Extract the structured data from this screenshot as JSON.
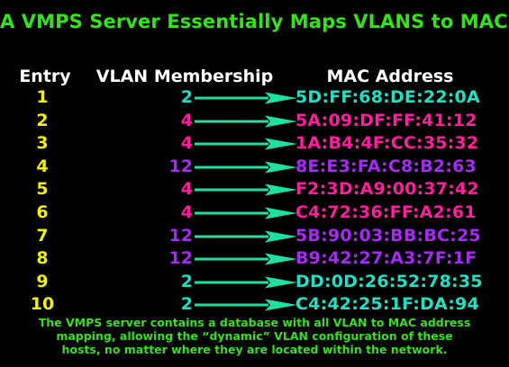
{
  "title": "A VMPS Server Essentially Maps VLANS to MAC’s",
  "headers": {
    "entry": "Entry",
    "vlan": "VLAN Membership",
    "mac": "MAC Address"
  },
  "colors": {
    "title": "#35e21a",
    "header": "#ffffff",
    "entry": "#f2f207",
    "vlan_2": "#1ee0c4",
    "vlan_4": "#ff1f9e",
    "vlan_12": "#a52af2",
    "arrow": "#1ee0a2",
    "footer": "#35e21a"
  },
  "rows": [
    {
      "entry": "1",
      "vlan": "2",
      "mac": "5D:FF:68:DE:22:0A",
      "color": "#1ee0c4"
    },
    {
      "entry": "2",
      "vlan": "4",
      "mac": "5A:09:DF:FF:41:12",
      "color": "#ff1f9e"
    },
    {
      "entry": "3",
      "vlan": "4",
      "mac": "1A:B4:4F:CC:35:32",
      "color": "#ff1f9e"
    },
    {
      "entry": "4",
      "vlan": "12",
      "mac": "8E:E3:FA:C8:B2:63",
      "color": "#a52af2"
    },
    {
      "entry": "5",
      "vlan": "4",
      "mac": "F2:3D:A9:00:37:42",
      "color": "#ff1f9e"
    },
    {
      "entry": "6",
      "vlan": "4",
      "mac": "C4:72:36:FF:A2:61",
      "color": "#ff1f9e"
    },
    {
      "entry": "7",
      "vlan": "12",
      "mac": "5B:90:03:BB:BC:25",
      "color": "#a52af2"
    },
    {
      "entry": "8",
      "vlan": "12",
      "mac": "B9:42:27:A3:7F:1F",
      "color": "#a52af2"
    },
    {
      "entry": "9",
      "vlan": "2",
      "mac": "DD:0D:26:52:78:35",
      "color": "#1ee0c4"
    },
    {
      "entry": "10",
      "vlan": "2",
      "mac": "C4:42:25:1F:DA:94",
      "color": "#1ee0c4"
    }
  ],
  "footer": [
    "The VMPS server contains a database with all VLAN to MAC address",
    "mapping, allowing the “dynamic” VLAN configuration of these",
    "hosts, no matter where they are located within the network."
  ]
}
